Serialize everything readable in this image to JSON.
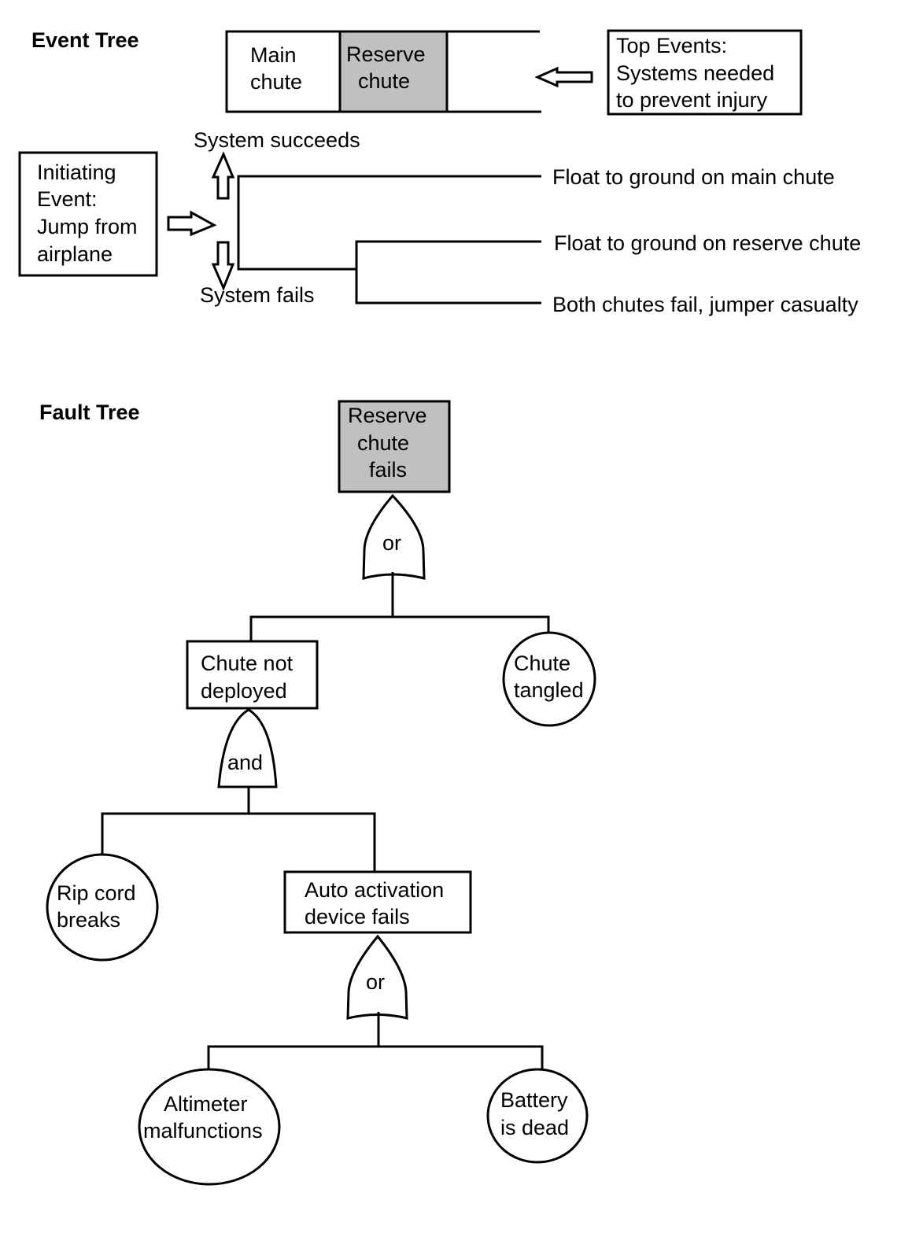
{
  "event_tree": {
    "heading": "Event Tree",
    "top_events_header": [
      {
        "lines": [
          "Main",
          "chute"
        ],
        "fill": "#ffffff"
      },
      {
        "lines": [
          "Reserve",
          "chute"
        ],
        "fill": "#c0c0c0"
      }
    ],
    "top_events_note": [
      "Top Events:",
      "Systems needed",
      "to prevent injury"
    ],
    "initiating_event": [
      "Initiating",
      "Event:",
      "Jump from",
      "airplane"
    ],
    "system_succeeds": "System succeeds",
    "system_fails": "System fails",
    "outcomes": [
      "Float to ground on main chute",
      "Float to ground on reserve chute",
      "Both chutes fail, jumper casualty"
    ]
  },
  "fault_tree": {
    "heading": "Fault Tree",
    "top_event": [
      "Reserve",
      "chute",
      "fails"
    ],
    "gate_top": "or",
    "chute_not_deployed": [
      "Chute not",
      "deployed"
    ],
    "chute_tangled": [
      "Chute",
      "tangled"
    ],
    "gate_and": "and",
    "rip_cord_breaks": [
      "Rip cord",
      "breaks"
    ],
    "auto_activation_fails": [
      "Auto activation",
      "device fails"
    ],
    "gate_aad": "or",
    "altimeter": [
      "Altimeter",
      "malfunctions"
    ],
    "battery": [
      "Battery",
      "is dead"
    ]
  },
  "colors": {
    "highlight_fill": "#c0c0c0",
    "line": "#000000"
  }
}
